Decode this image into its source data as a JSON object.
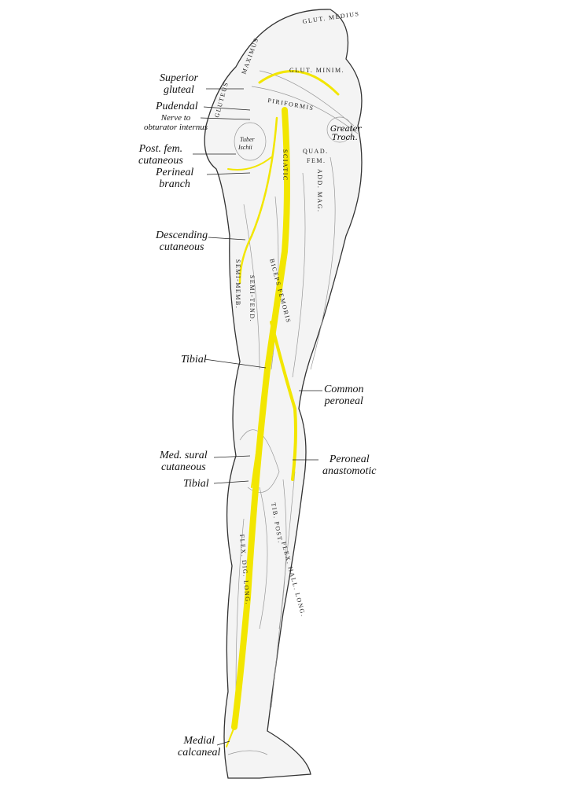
{
  "labels": {
    "superior_gluteal": [
      "Superior",
      "gluteal"
    ],
    "pudendal": "Pudendal",
    "nerve_to_obturator_internus": [
      "Nerve to",
      "obturator internus"
    ],
    "post_fem_cutaneous": [
      "Post. fem.",
      "cutaneous"
    ],
    "perineal_branch": [
      "Perineal",
      "branch"
    ],
    "descending_cutaneous": [
      "Descending",
      "cutaneous"
    ],
    "tibial_upper": "Tibial",
    "common_peroneal": [
      "Common",
      "peroneal"
    ],
    "med_sural_cutaneous": [
      "Med. sural",
      "cutaneous"
    ],
    "tibial_lower": "Tibial",
    "peroneal_anastomotic": [
      "Peroneal",
      "anastomotic"
    ],
    "medial_calcaneal": [
      "Medial",
      "calcaneal"
    ]
  },
  "muscle_labels": {
    "glut_medius": "GLUT. MEDIUS",
    "glut_minim": "GLUT. MINIM.",
    "gluteus_maximus_left": "GLUTEUS",
    "maximus_top": "MAXIMUS",
    "piriformis": "PIRIFORMIS",
    "tuber_ischii": [
      "Tuber",
      "Ischii"
    ],
    "greater_troch": [
      "Greater",
      "Troch."
    ],
    "quad_fem": [
      "QUAD.",
      "FEM."
    ],
    "sciatic": "SCIATIC",
    "add_mag": "ADD. MAG.",
    "biceps_femoris": "BICEPS FEMORIS",
    "semi_tend": "SEMI-TEND.",
    "semi_memb": "SEMI-MEMB.",
    "tib_post": "TIB. POST.",
    "flex_dig_long": "FLEX. DIG. LONG.",
    "flex_hall_long": "FLEX. HALL. LONG."
  },
  "colors": {
    "nerve": "#f2e600",
    "outline": "#333333",
    "muscle": "#cfcfcf"
  }
}
